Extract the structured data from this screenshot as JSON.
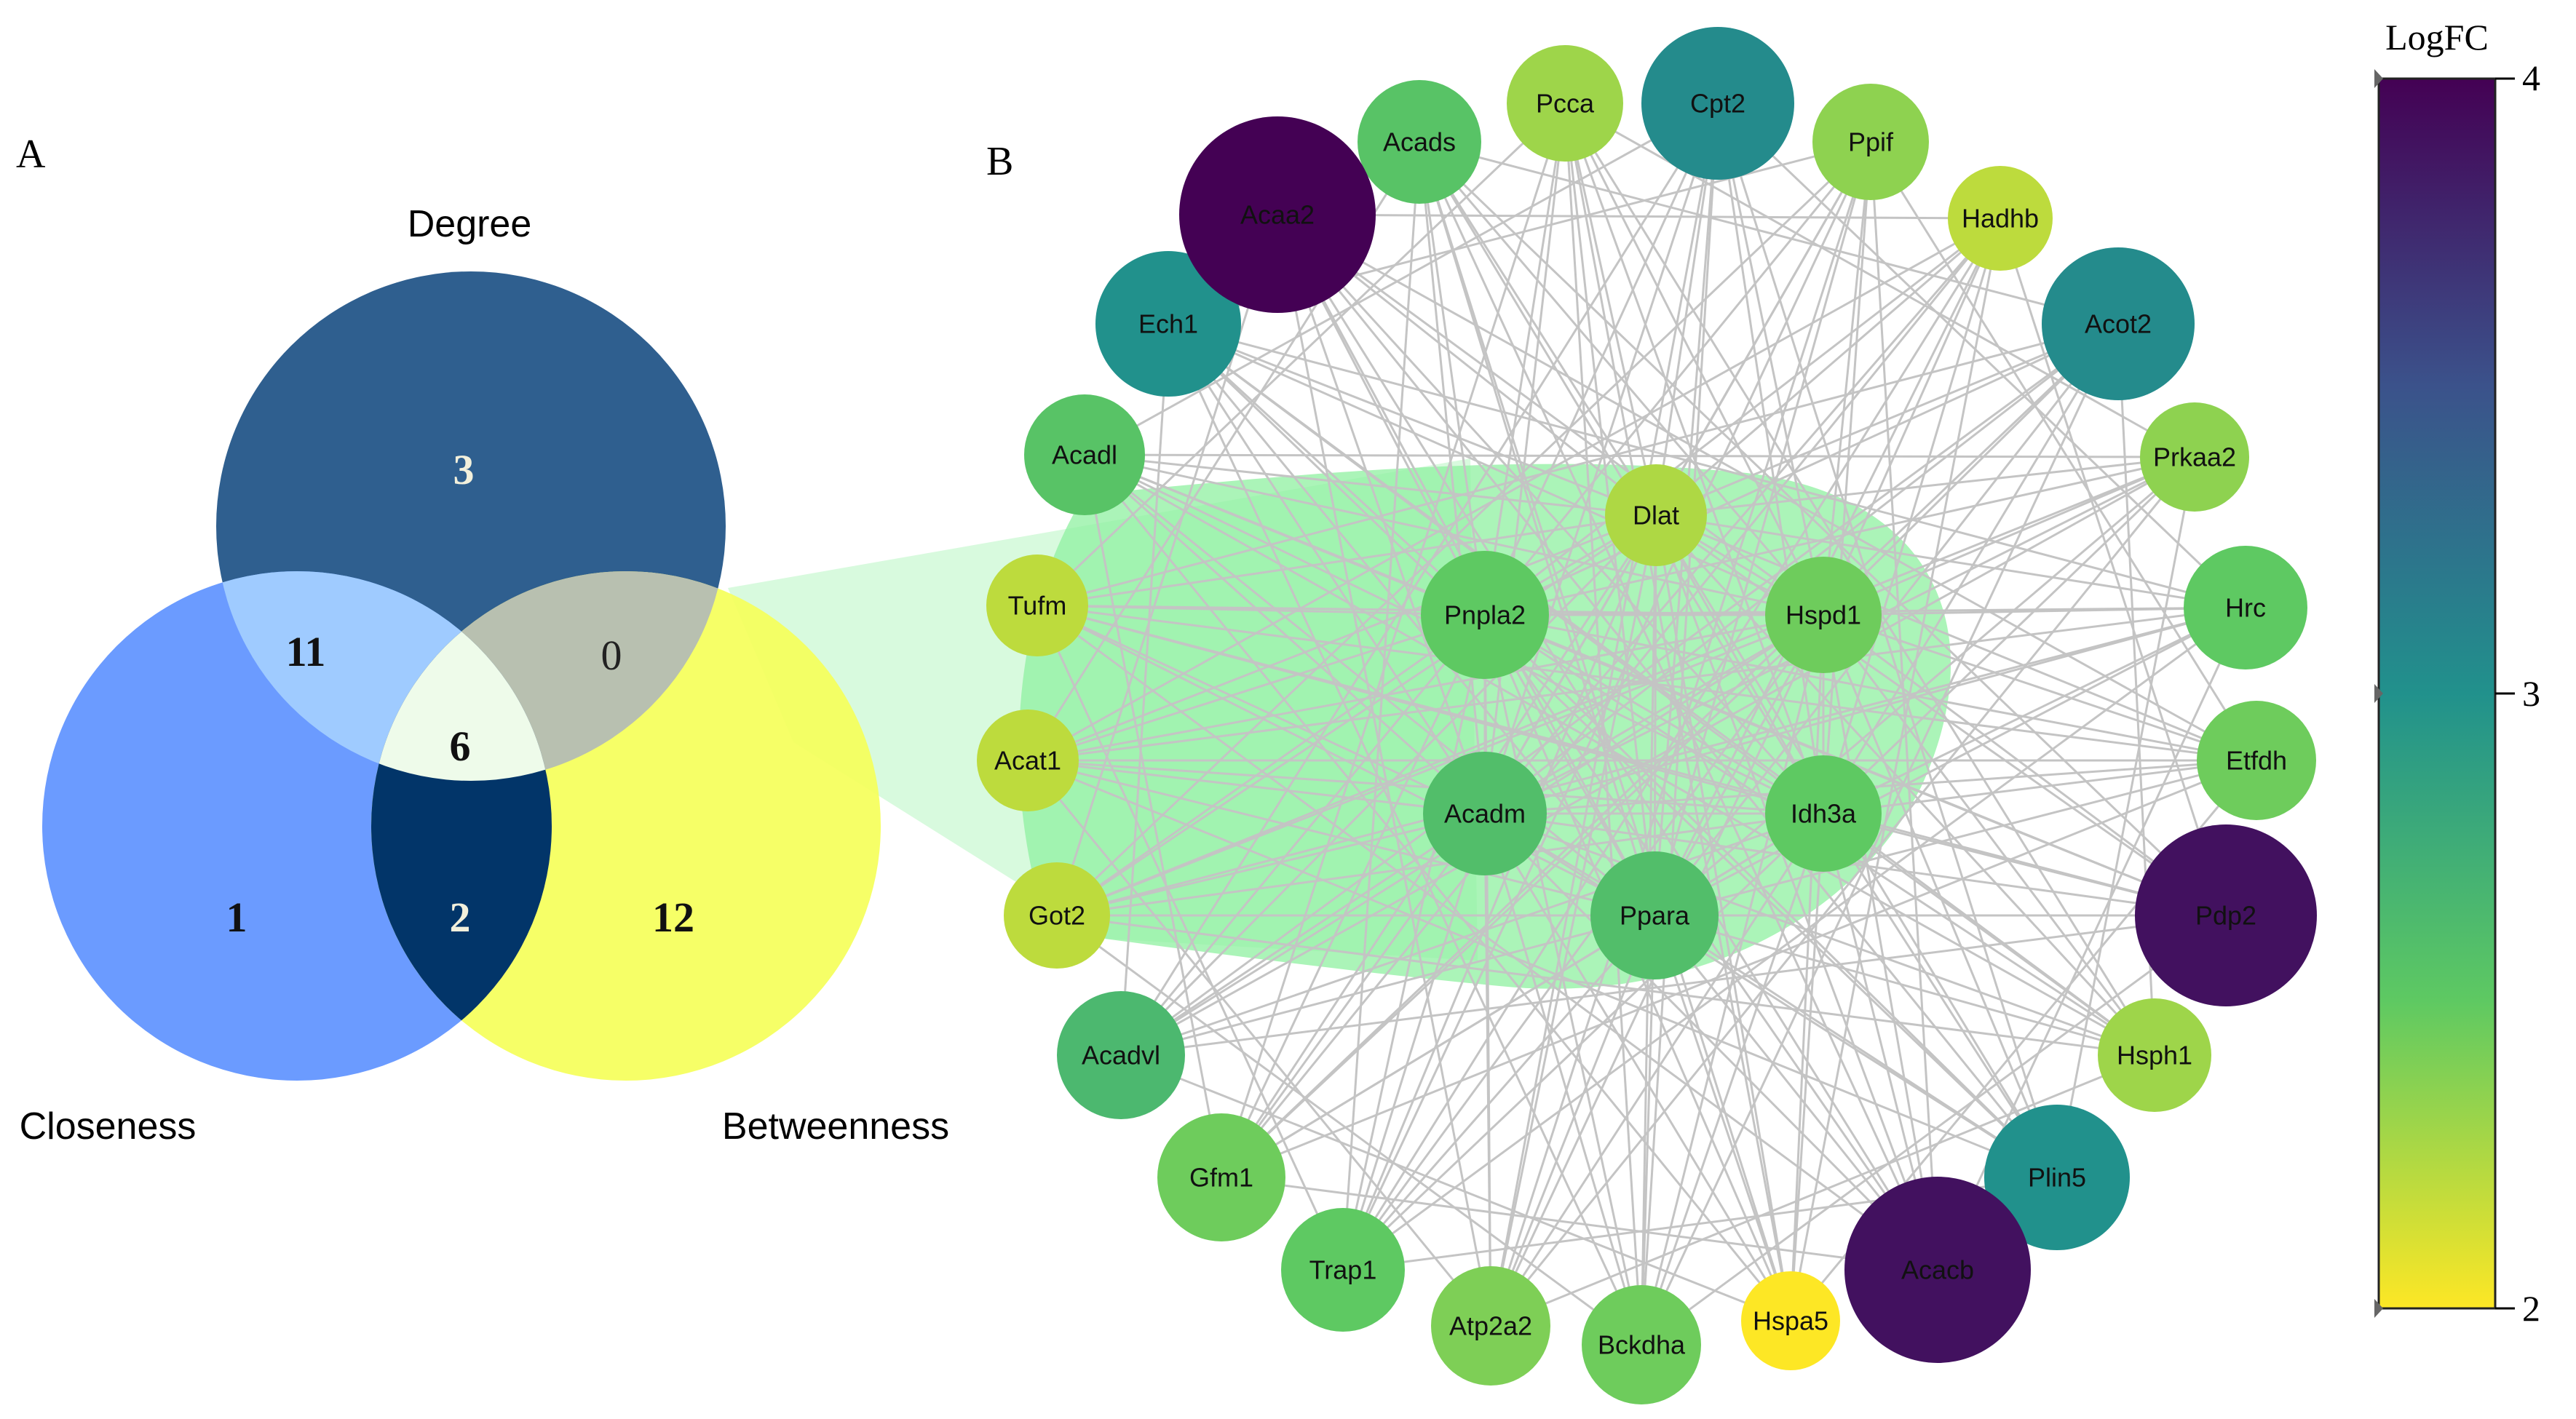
{
  "panel_a": {
    "letter": "A",
    "sets": {
      "degree": "Degree",
      "closeness": "Closeness",
      "betweenness": "Betweenness"
    },
    "counts": {
      "degree_only": "3",
      "closeness_only": "1",
      "betweenness_only": "12",
      "degree_closeness": "11",
      "degree_betweenness": "0",
      "closeness_betweenness": "2",
      "all_three": "6"
    },
    "colors": {
      "degree": "#2f5f8f",
      "closeness": "#6b9bff",
      "betweenness": "#f5ff5a",
      "degree_closeness": "#9fcbff",
      "degree_betweenness": "#b8c0b0",
      "closeness_betweenness": "#023569",
      "all_three": "#eefbea"
    }
  },
  "panel_b": {
    "letter": "B",
    "highlight_color": "#8ff0a0",
    "edge_color": "#c4c4c4",
    "nodes": [
      {
        "id": "Acads",
        "logfc": 2.55
      },
      {
        "id": "Pcca",
        "logfc": 2.3
      },
      {
        "id": "Cpt2",
        "logfc": 3.05
      },
      {
        "id": "Ppif",
        "logfc": 2.35
      },
      {
        "id": "Hadhb",
        "logfc": 2.2
      },
      {
        "id": "Acot2",
        "logfc": 3.05
      },
      {
        "id": "Prkaa2",
        "logfc": 2.35
      },
      {
        "id": "Hrc",
        "logfc": 2.5
      },
      {
        "id": "Etfdh",
        "logfc": 2.45
      },
      {
        "id": "Pdp2",
        "logfc": 3.9
      },
      {
        "id": "Hsph1",
        "logfc": 2.3
      },
      {
        "id": "Plin5",
        "logfc": 3.0
      },
      {
        "id": "Acacb",
        "logfc": 3.9
      },
      {
        "id": "Hspa5",
        "logfc": 2.0
      },
      {
        "id": "Bckdha",
        "logfc": 2.45
      },
      {
        "id": "Atp2a2",
        "logfc": 2.4
      },
      {
        "id": "Trap1",
        "logfc": 2.5
      },
      {
        "id": "Gfm1",
        "logfc": 2.45
      },
      {
        "id": "Acadvl",
        "logfc": 2.65
      },
      {
        "id": "Got2",
        "logfc": 2.2
      },
      {
        "id": "Acat1",
        "logfc": 2.2
      },
      {
        "id": "Tufm",
        "logfc": 2.2
      },
      {
        "id": "Acadl",
        "logfc": 2.55
      },
      {
        "id": "Ech1",
        "logfc": 3.0
      },
      {
        "id": "Acaa2",
        "logfc": 4.0
      },
      {
        "id": "Dlat",
        "logfc": 2.25
      },
      {
        "id": "Pnpla2",
        "logfc": 2.5
      },
      {
        "id": "Hspd1",
        "logfc": 2.45
      },
      {
        "id": "Acadm",
        "logfc": 2.6
      },
      {
        "id": "Idh3a",
        "logfc": 2.5
      },
      {
        "id": "Ppara",
        "logfc": 2.6
      }
    ]
  },
  "colorbar": {
    "title": "LogFC",
    "ticks": [
      "4",
      "3",
      "2"
    ],
    "min": 2,
    "max": 4,
    "stops": [
      "#fde725",
      "#5ec962",
      "#21918c",
      "#3b528b",
      "#440154"
    ]
  }
}
